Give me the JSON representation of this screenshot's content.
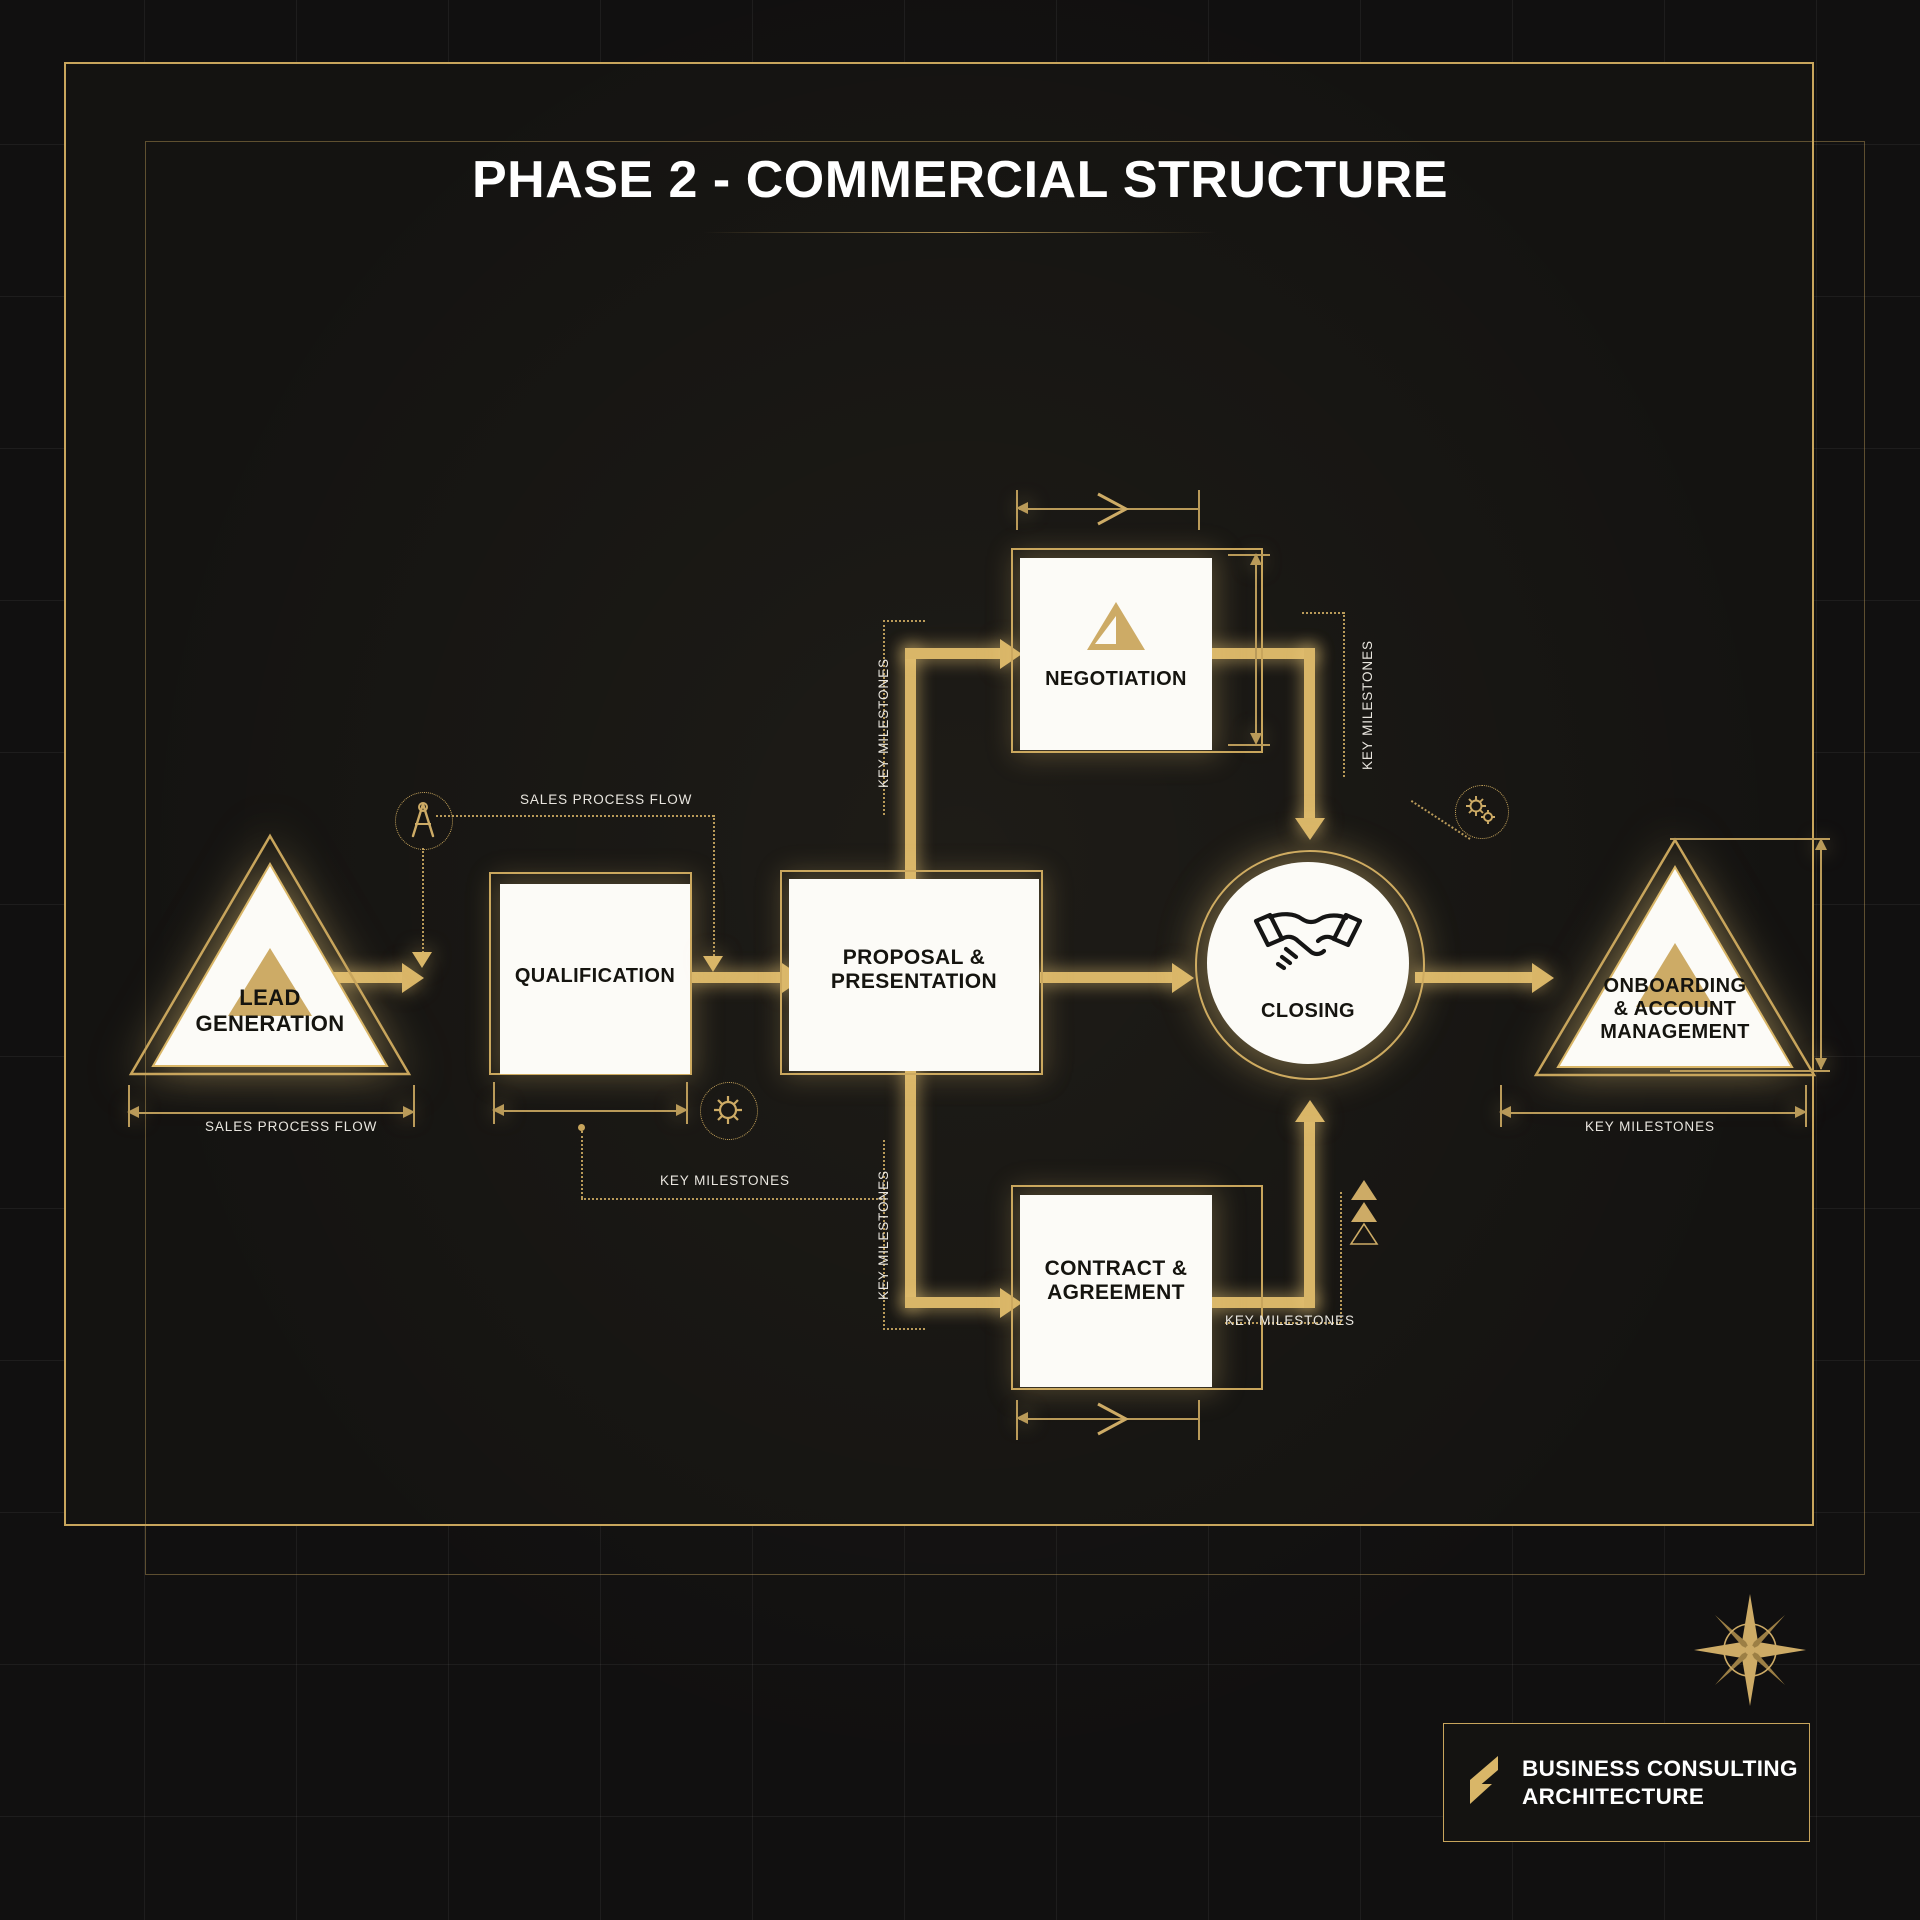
{
  "page": {
    "title": "PHASE 2 - COMMERCIAL STRUCTURE",
    "background_color": "#111010",
    "accent_color": "#c8a55c",
    "node_fill": "#fcfbf7"
  },
  "nodes": {
    "lead_generation": {
      "label": "LEAD\nGENERATION",
      "line1": "LEAD",
      "line2": "GENERATION",
      "shape": "triangle",
      "icon": "triangle-icon"
    },
    "qualification": {
      "label": "QUALIFICATION",
      "shape": "square"
    },
    "proposal": {
      "line1": "PROPOSAL &",
      "line2": "PRESENTATION",
      "shape": "square"
    },
    "negotiation": {
      "label": "NEGOTIATION",
      "shape": "square",
      "icon": "set-square-icon"
    },
    "contract": {
      "line1": "CONTRACT &",
      "line2": "AGREEMENT",
      "shape": "square"
    },
    "closing": {
      "label": "CLOSING",
      "shape": "circle",
      "icon": "handshake-icon"
    },
    "onboarding": {
      "line1": "ONBOARDING",
      "line2": "& ACCOUNT",
      "line3": "MANAGEMENT",
      "shape": "triangle",
      "icon": "triangle-icon"
    }
  },
  "annotations": {
    "sales_process_flow_top": "SALES PROCESS FLOW",
    "sales_process_flow_bottom": "SALES PROCESS FLOW",
    "key_milestones_qualification": "KEY MILESTONES",
    "key_milestones_left_vertical": "KEY MILESTONES",
    "key_milestones_lower_vertical": "KEY MILESTONES",
    "key_milestones_right_vertical": "KEY MILESTONES",
    "key_milestones_contract": "KEY MILESTONES",
    "key_milestones_onboarding": "KEY MILESTONES"
  },
  "icons": {
    "compass_divider": "compass-divider-icon",
    "gear": "gear-icon",
    "gears_small": "gears-icon",
    "compass_rose": "compass-rose-icon",
    "logo_mark": "logo-mark-icon"
  },
  "logo": {
    "line1": "BUSINESS CONSULTING",
    "line2": "ARCHITECTURE"
  }
}
